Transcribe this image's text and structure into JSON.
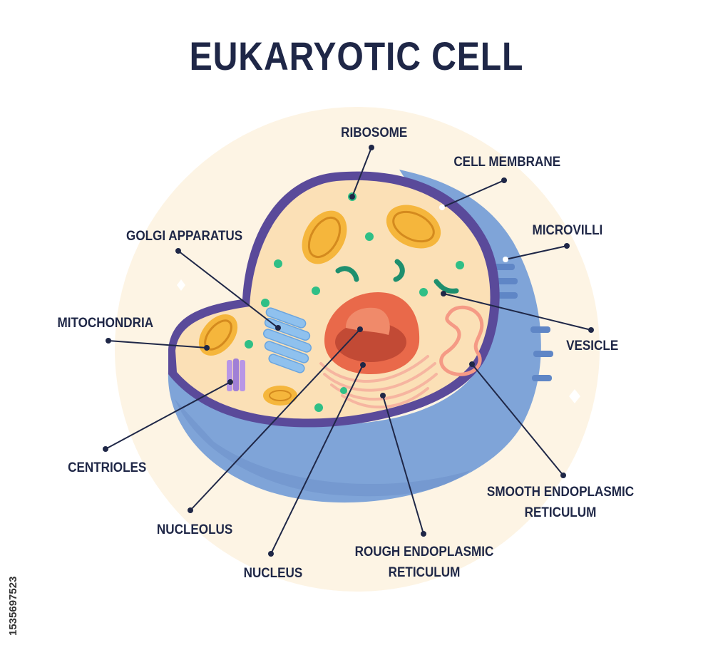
{
  "title": "EUKARYOTIC CELL",
  "labels": {
    "ribosome": "RIBOSOME",
    "cell_membrane": "CELL MEMBRANE",
    "microvilli": "MICROVILLI",
    "golgi": "GOLGI APPARATUS",
    "mitochondria": "MITOCHONDRIA",
    "vesicle": "VESICLE",
    "centrioles": "CENTRIOLES",
    "nucleolus": "NUCLEOLUS",
    "nucleus": "NUCLEUS",
    "smooth_er_1": "SMOOTH ENDOPLASMIC",
    "smooth_er_2": "RETICULUM",
    "rough_er_1": "ROUGH ENDOPLASMIC",
    "rough_er_2": "RETICULUM"
  },
  "watermark_id": "1535697523",
  "colors": {
    "title": "#1f2747",
    "background_disc": "#fdf4e4",
    "membrane": "#5a4a9a",
    "cytoplasm": "#fbe0b6",
    "shell_blue": "#7fa4d8",
    "mitochondria": "#f5b63c",
    "nucleus": "#e9694a",
    "ribosome": "#2fbf86",
    "golgi": "#8fc1ee",
    "centriole": "#b896e6",
    "rough_er": "#f6b5a0",
    "smooth_er": "#f59a85",
    "leader_line": "#1f2747"
  }
}
